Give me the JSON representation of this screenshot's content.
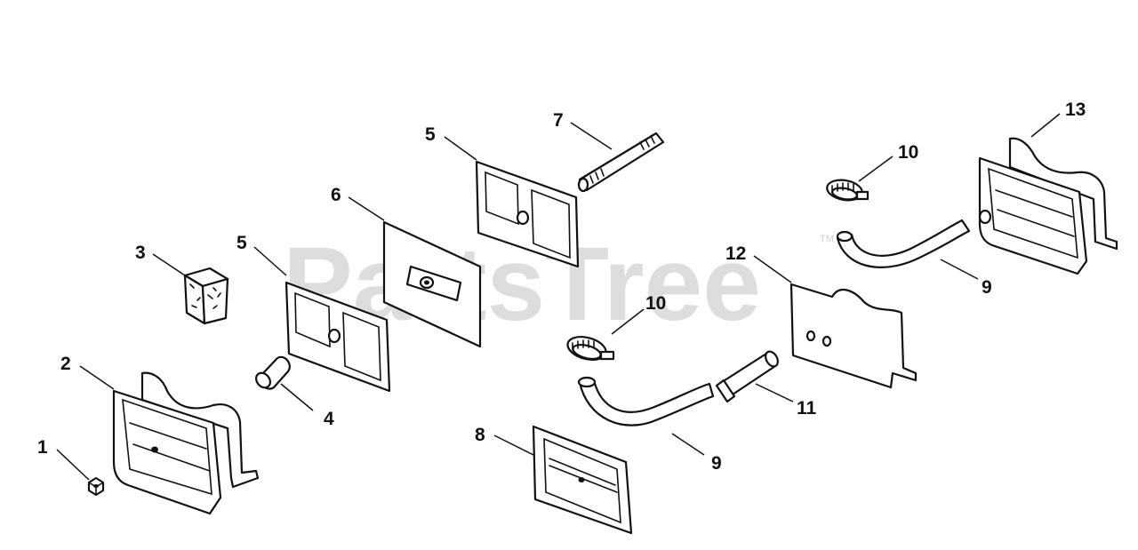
{
  "watermark": {
    "text": "PartsTree",
    "trademark": "TM"
  },
  "callouts": [
    {
      "id": "c1",
      "label": "1"
    },
    {
      "id": "c2",
      "label": "2"
    },
    {
      "id": "c3",
      "label": "3"
    },
    {
      "id": "c4",
      "label": "4"
    },
    {
      "id": "c5a",
      "label": "5"
    },
    {
      "id": "c5b",
      "label": "5"
    },
    {
      "id": "c6",
      "label": "6"
    },
    {
      "id": "c7",
      "label": "7"
    },
    {
      "id": "c8",
      "label": "8"
    },
    {
      "id": "c9a",
      "label": "9"
    },
    {
      "id": "c9b",
      "label": "9"
    },
    {
      "id": "c10a",
      "label": "10"
    },
    {
      "id": "c10b",
      "label": "10"
    },
    {
      "id": "c11",
      "label": "11"
    },
    {
      "id": "c12",
      "label": "12"
    },
    {
      "id": "c13",
      "label": "13"
    }
  ]
}
